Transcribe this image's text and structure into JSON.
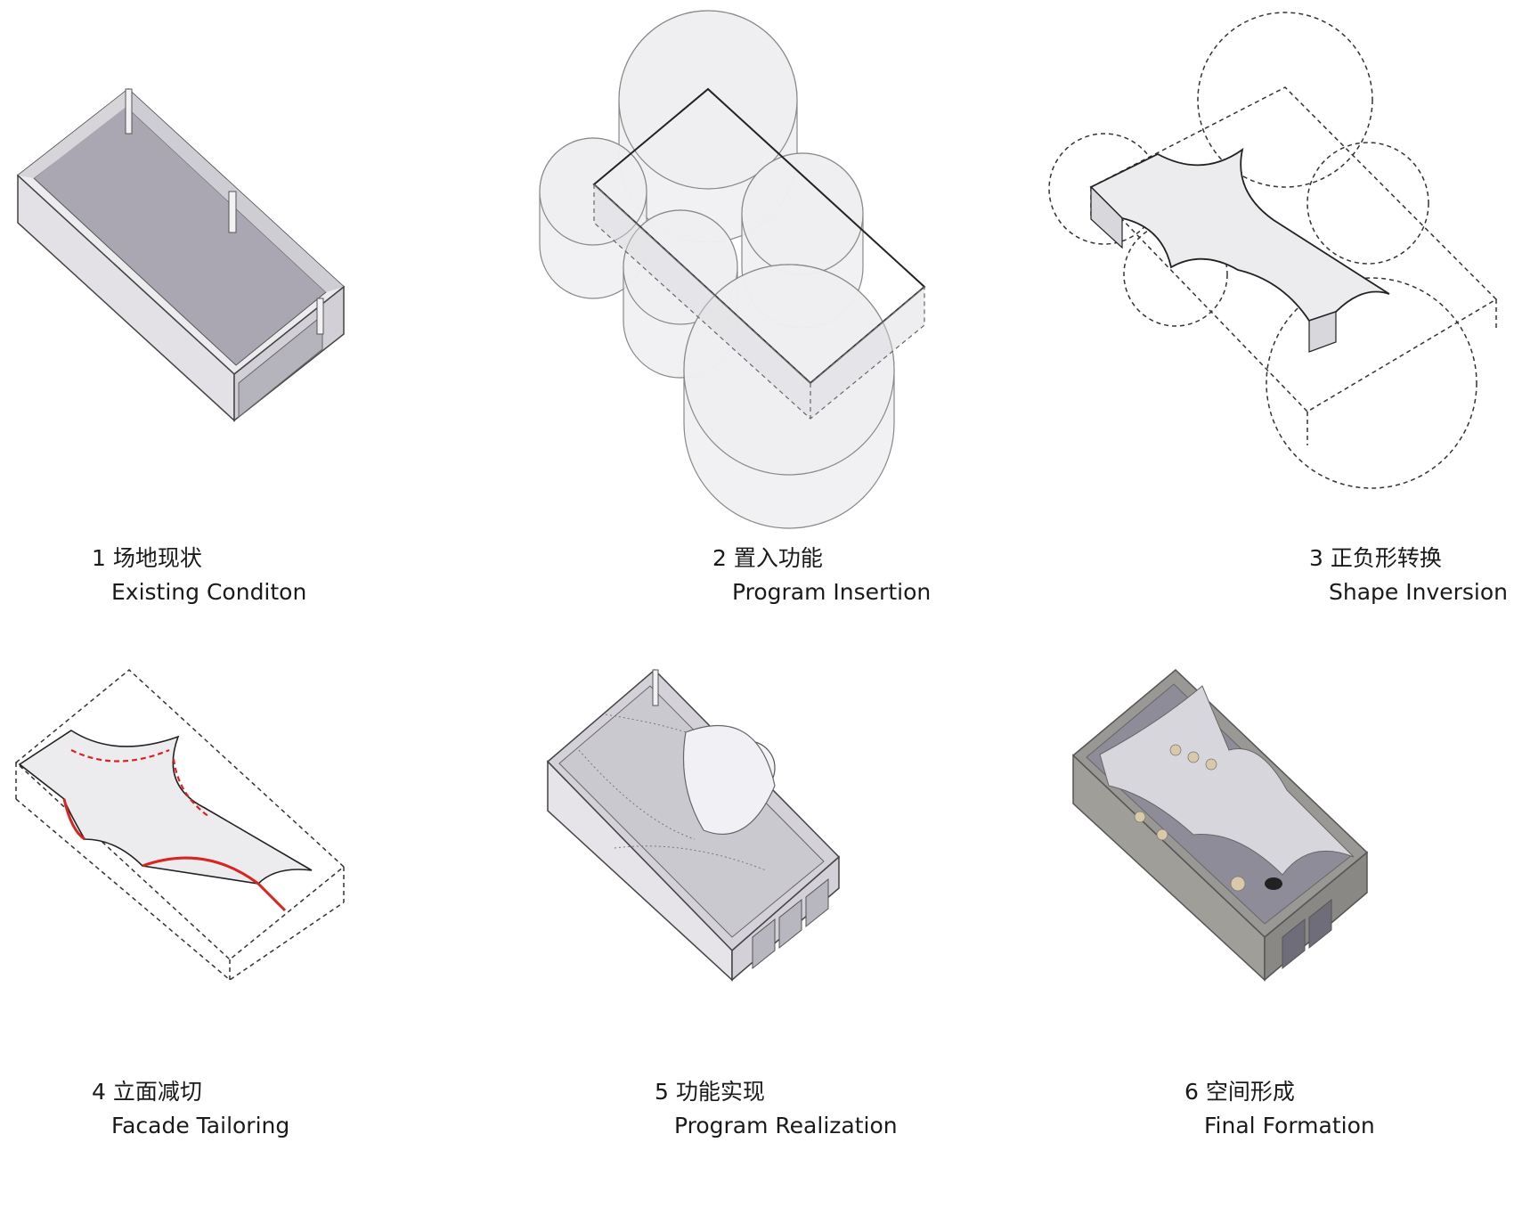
{
  "steps": [
    {
      "number": "1",
      "zh": "场地现状",
      "en": "Existing Conditon"
    },
    {
      "number": "2",
      "zh": "置入功能",
      "en": "Program Insertion"
    },
    {
      "number": "3",
      "zh": "正负形转换",
      "en": "Shape Inversion"
    },
    {
      "number": "4",
      "zh": "立面减切",
      "en": "Facade Tailoring"
    },
    {
      "number": "5",
      "zh": "功能实现",
      "en": "Program Realization"
    },
    {
      "number": "6",
      "zh": "空间形成",
      "en": "Final Formation"
    }
  ],
  "colors": {
    "wall": "#e9e7ec",
    "floor": "#a9a6b2",
    "line": "#222222",
    "accent_red": "#d8251f",
    "concrete": "#9a9894",
    "volume": "#efeff1"
  }
}
